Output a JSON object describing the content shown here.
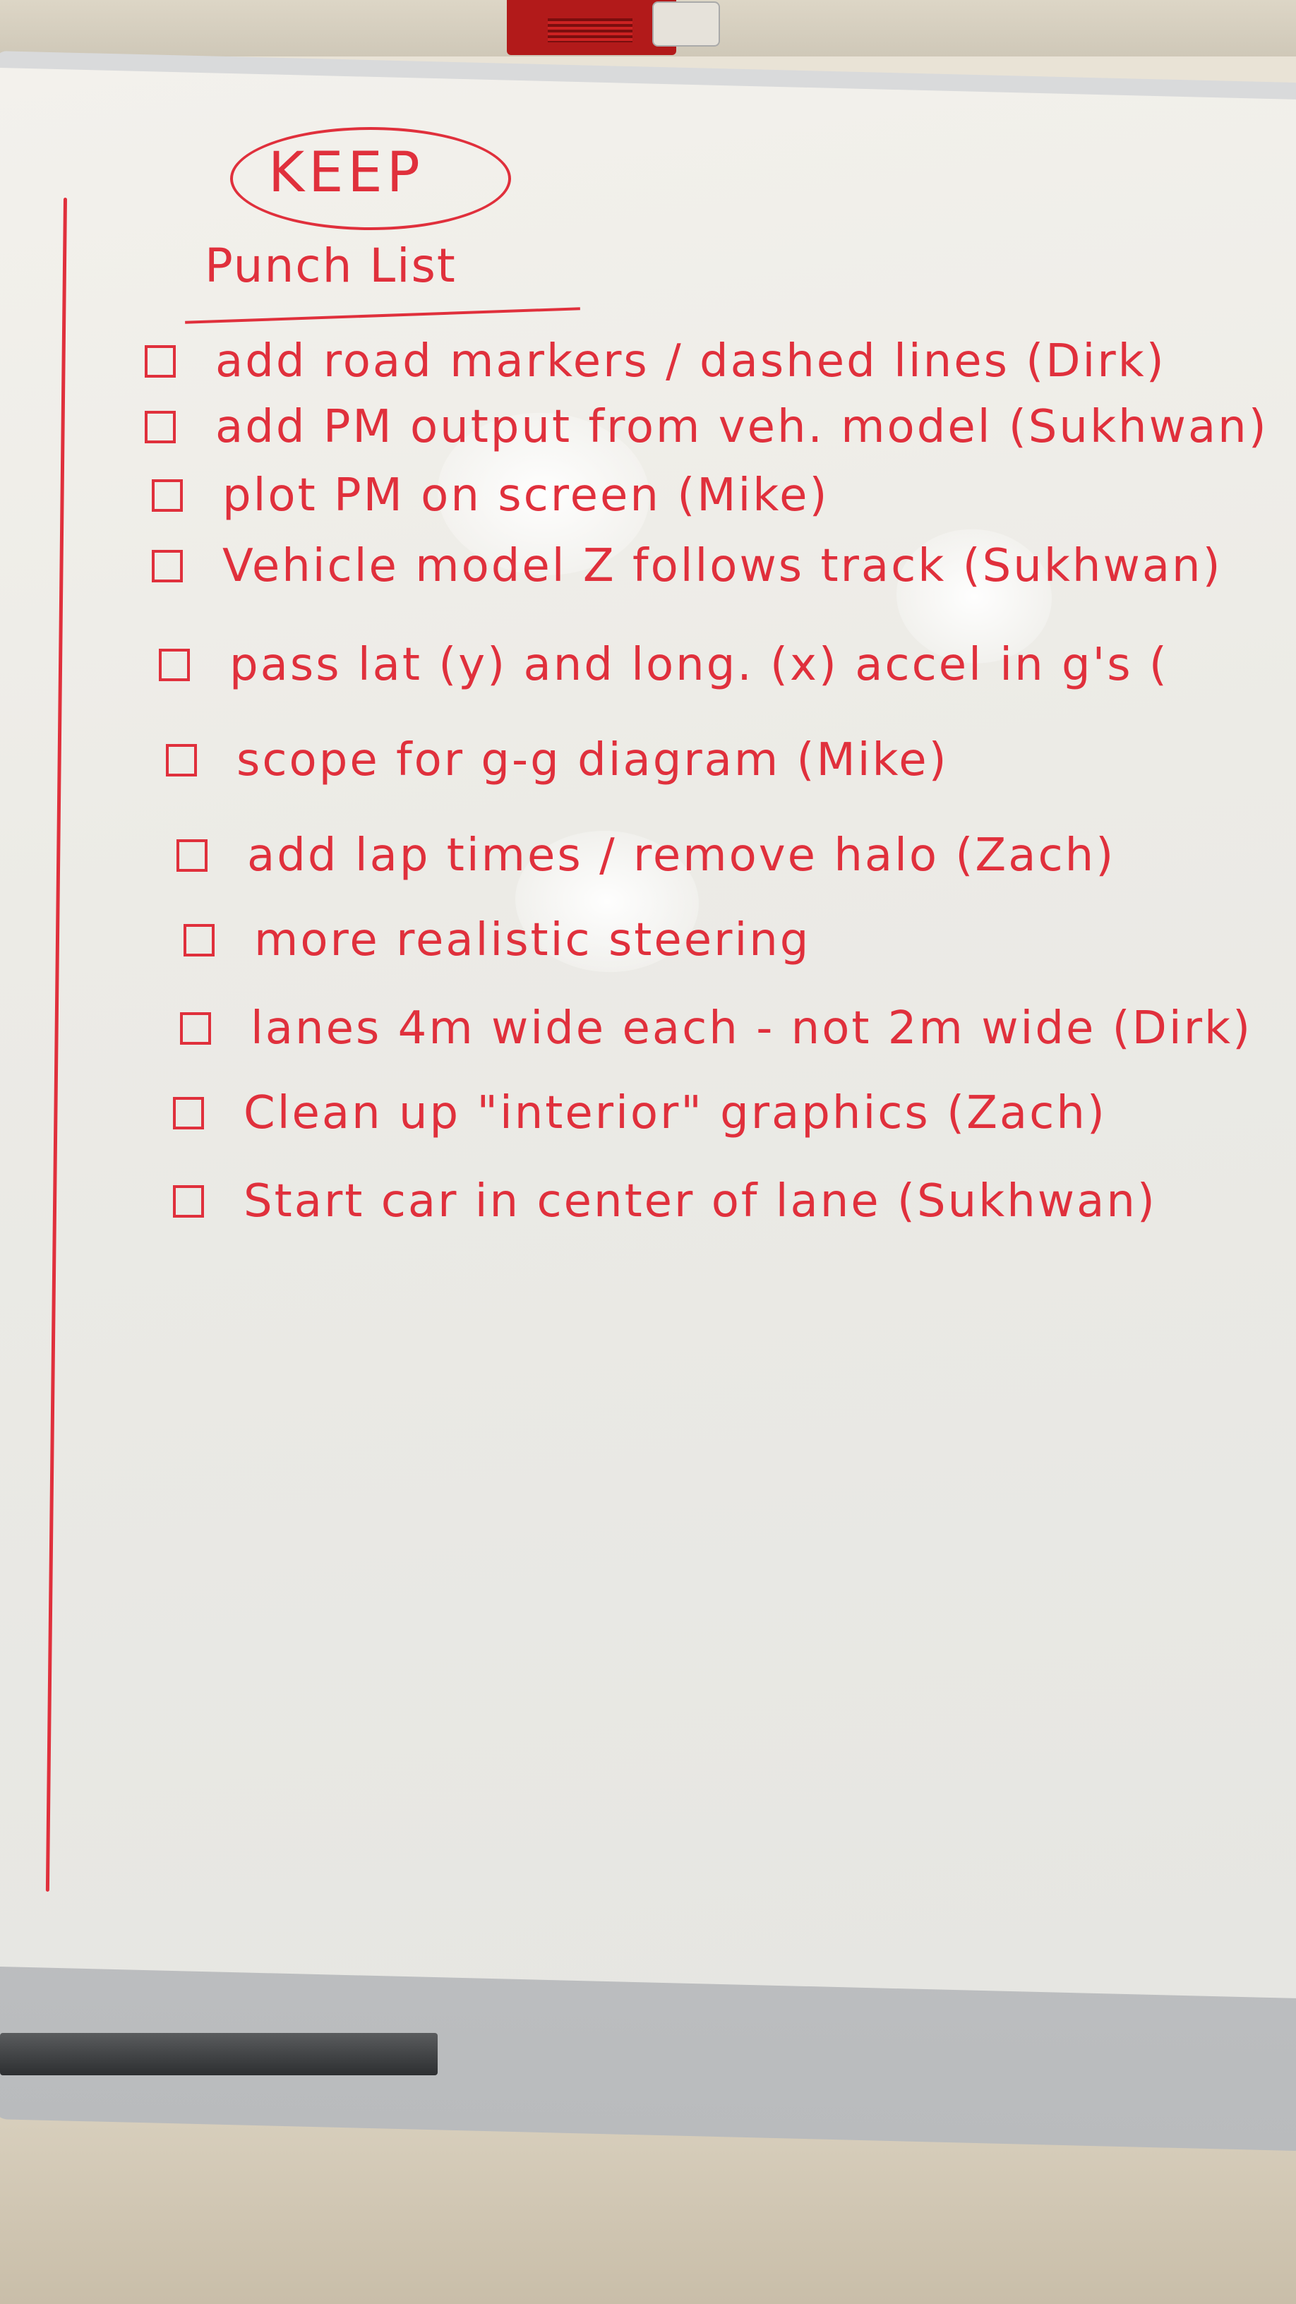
{
  "scene": {
    "title": "KEEP",
    "subtitle": "Punch List"
  },
  "items": [
    {
      "text": "add road markers / dashed lines (Dirk)"
    },
    {
      "text": "add PM output from veh. model (Sukhwan)"
    },
    {
      "text": "plot PM on screen (Mike)"
    },
    {
      "text": "Vehicle model Z follows track (Sukhwan)"
    },
    {
      "text": "pass lat (y) and long. (x) accel in g's ("
    },
    {
      "text": "scope for g-g diagram (Mike)"
    },
    {
      "text": "add lap times / remove halo (Zach)"
    },
    {
      "text": "more realistic steering"
    },
    {
      "text": "lanes 4m wide each - not 2m wide (Dirk)"
    },
    {
      "text": "Clean up \"interior\" graphics (Zach)"
    },
    {
      "text": "Start car in center of lane (Sukhwan)"
    }
  ],
  "colors": {
    "ink": "#e0303c",
    "board": "#efede8",
    "frame": "#c4c6c8",
    "wall": "#e3dccd"
  }
}
